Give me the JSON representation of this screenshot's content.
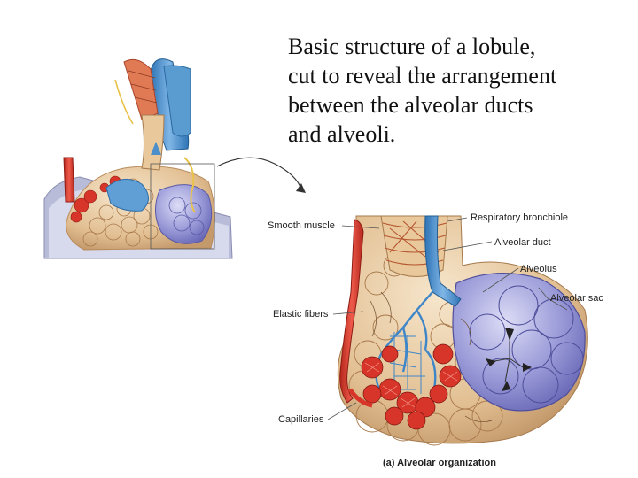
{
  "caption": {
    "lines": [
      "Basic structure of a lobule,",
      "cut to reveal the arrangement",
      "between the alveolar ducts",
      "and alveoli."
    ]
  },
  "labels": {
    "smooth_muscle": "Smooth muscle",
    "respiratory_bronchiole": "Respiratory bronchiole",
    "alveolar_duct": "Alveolar duct",
    "alveolus": "Alveolus",
    "alveolar_sac": "Alveolar sac",
    "elastic_fibers": "Elastic fibers",
    "capillaries": "Capillaries"
  },
  "figure": {
    "part": "(a)",
    "title": "Alveolar organization"
  },
  "colors": {
    "artery": "#d93a2b",
    "vein": "#4a8fc9",
    "alveolus": "#8f8fd8",
    "tissue": "#e8c9a0",
    "capillary": "#d8352a"
  }
}
